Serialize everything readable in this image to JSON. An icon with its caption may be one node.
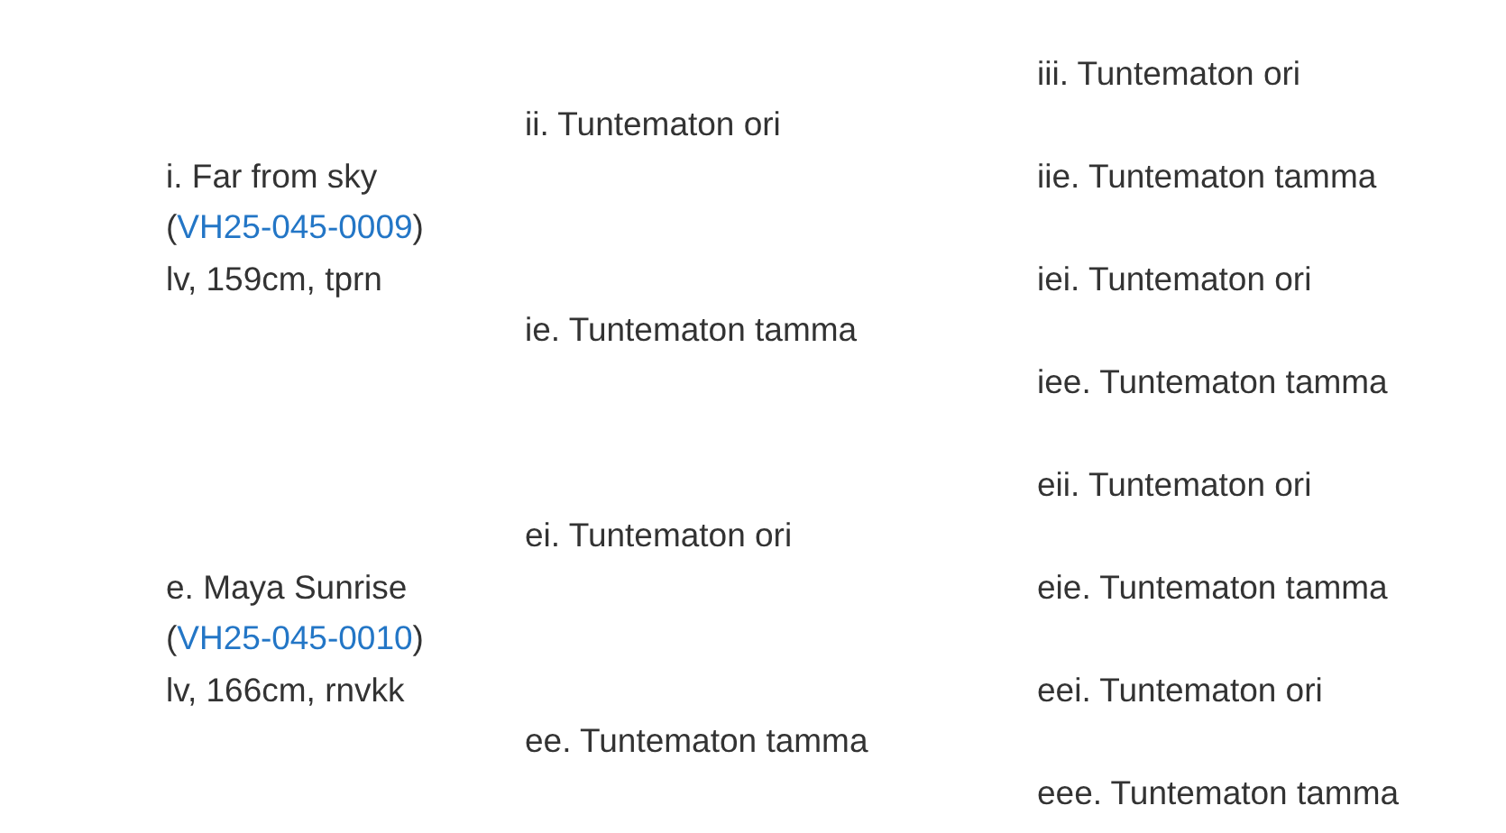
{
  "diagram": {
    "labels": [
      "i. Far from sky",
      "(VH25-045-0009)",
      "lv, 159cm, tprn",
      "ii. Tuntematon ori",
      "iii. Tuntematon ori",
      "iie. Tuntematon tamma",
      "ie. Tuntematon tamma",
      "iei. Tuntematon ori",
      "iee. Tuntematon tamma",
      "e. Maya Sunrise",
      "(VH25-045-0010)",
      "lv, 166cm, rnvkk",
      "ei. Tuntematon ori",
      "eii. Tuntematon ori",
      "eie. Tuntematon tamma",
      "ee. Tuntematon tamma",
      "eei. Tuntematon ori",
      "eee. Tuntematon tamma"
    ]
  }
}
